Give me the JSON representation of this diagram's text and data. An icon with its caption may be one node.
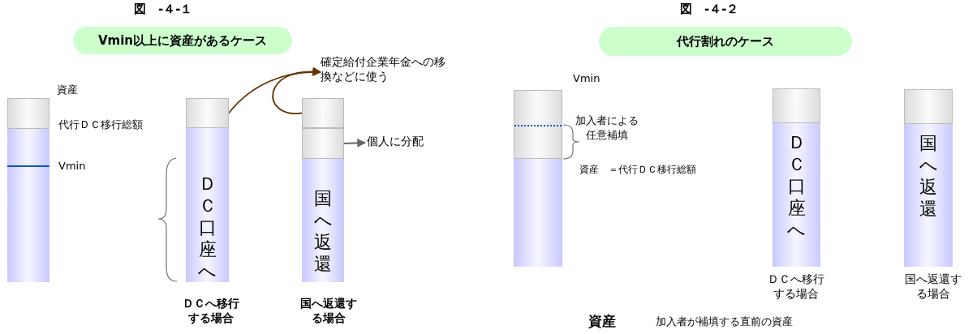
{
  "diagram": {
    "nodes": [
      {
        "text": [
          "Vmin以上に資産があるケース"
        ]
      },
      {
        "text": [],
        "shape": "box"
      },
      {
        "text": [],
        "shape": "box"
      },
      {
        "text": [],
        "shape": "box"
      },
      {
        "text": [
          "ＤＣ口座へ"
        ],
        "beside": [
          "ＤＣへ移行する場合"
        ]
      },
      {
        "text": [],
        "shape": "box"
      },
      {
        "text": [],
        "shape": "box"
      },
      {
        "text": [
          "国へ返還"
        ],
        "beside": [
          "国へ返還する場合"
        ]
      },
      {
        "text": [
          "確定給付企業年金への移換などに使う"
        ]
      },
      {
        "text": [
          "個人に分配"
        ]
      },
      {
        "text": [
          "代行割れのケース"
        ]
      },
      {
        "text": [],
        "shape": "box"
      },
      {
        "text": [],
        "shape": "box"
      },
      {
        "text": [],
        "shape": "box"
      },
      {
        "text": [
          "ＤＣ口座へ"
        ],
        "beside": [
          "ＤＣへ移行する場合"
        ]
      },
      {
        "text": [],
        "shape": "box"
      },
      {
        "text": [
          "国へ返還"
        ],
        "beside": [
          "国へ返還する場合"
        ]
      }
    ],
    "edges": [
      {
        "from": 3,
        "to": 8,
        "arrow": "to"
      },
      {
        "from": 5,
        "to": 8,
        "arrow": "to"
      },
      {
        "from": 6,
        "to": 9,
        "arrow": "to",
        "color": "#666666"
      }
    ],
    "labels": [
      "図　-４-１",
      "資産",
      "代行ＤＣ移行総額",
      "Vmin",
      "図　-４-２",
      "Vmin",
      "加入者による任意補填",
      "資産　＝代行ＤＣ移行総額",
      "資産",
      "加入者が補填する直前の資産"
    ]
  }
}
